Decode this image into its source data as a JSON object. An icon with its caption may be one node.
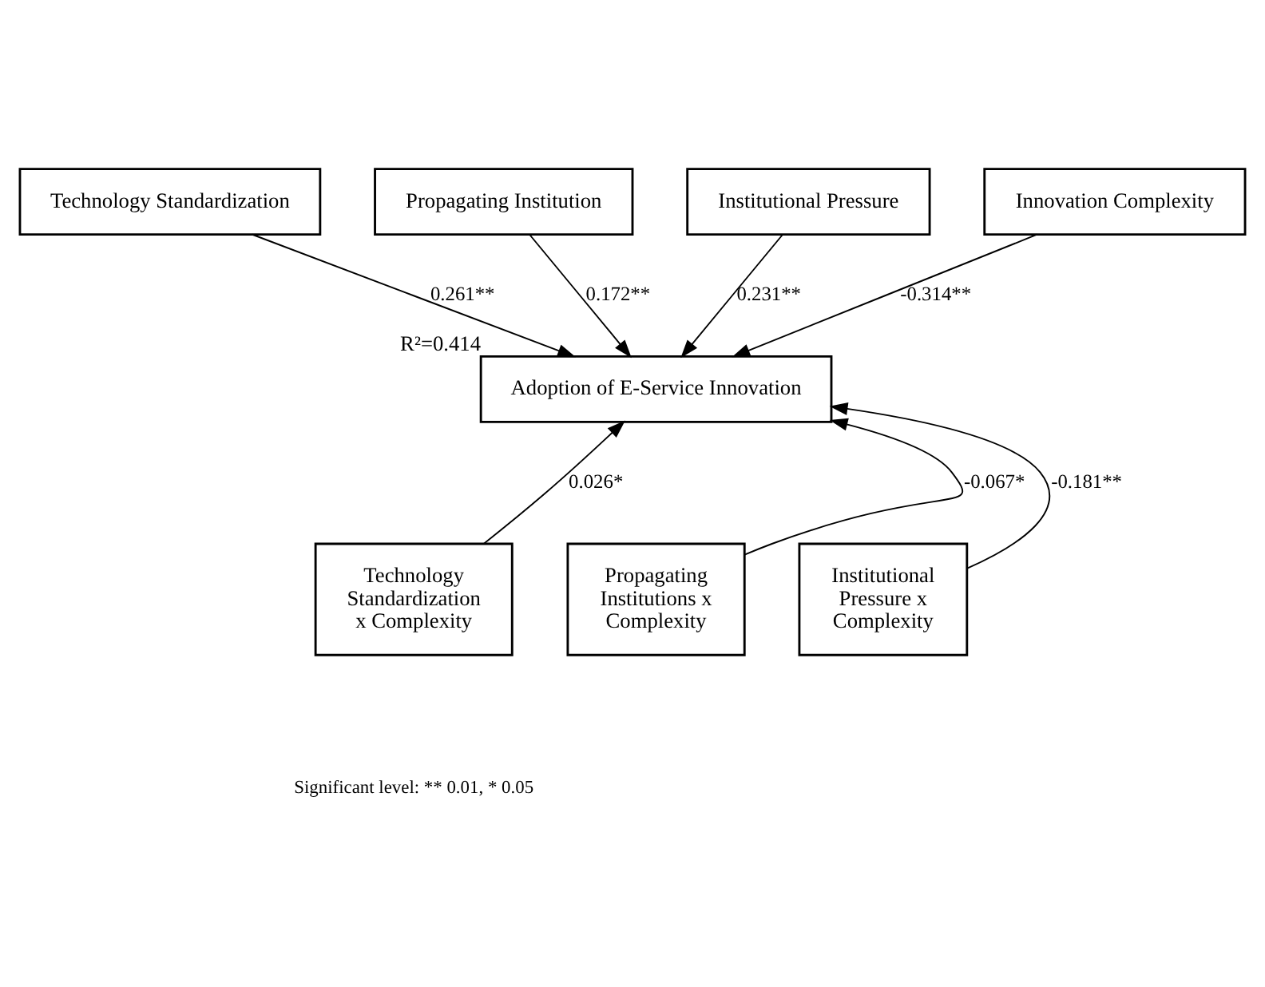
{
  "diagram": {
    "nodes": [
      {
        "text": [
          "Technology Standardization"
        ]
      },
      {
        "text": [
          "Propagating Institution"
        ]
      },
      {
        "text": [
          "Institutional Pressure"
        ]
      },
      {
        "text": [
          "Innovation Complexity"
        ]
      },
      {
        "text": [
          "Adoption of E-Service Innovation"
        ],
        "beside": [
          "R²=0.414"
        ]
      },
      {
        "text": [
          "Technology Standardization x Complexity"
        ]
      },
      {
        "text": [
          "Propagating Institutions x Complexity"
        ]
      },
      {
        "text": [
          "Institutional Pressure x Complexity"
        ]
      }
    ],
    "edges": [
      {
        "from": 0,
        "to": 4,
        "arrow": "to",
        "label": "0.261**"
      },
      {
        "from": 1,
        "to": 4,
        "arrow": "to",
        "label": "0.172**"
      },
      {
        "from": 2,
        "to": 4,
        "arrow": "to",
        "label": "0.231**"
      },
      {
        "from": 3,
        "to": 4,
        "arrow": "to",
        "label": "-0.314**"
      },
      {
        "from": 5,
        "to": 4,
        "arrow": "to",
        "label": "0.026*"
      },
      {
        "from": 6,
        "to": 4,
        "arrow": "to",
        "label": "-0.067*"
      },
      {
        "from": 7,
        "to": 4,
        "arrow": "to",
        "label": "-0.181**"
      }
    ],
    "labels": [
      "Significant level: ** 0.01, * 0.05"
    ]
  }
}
